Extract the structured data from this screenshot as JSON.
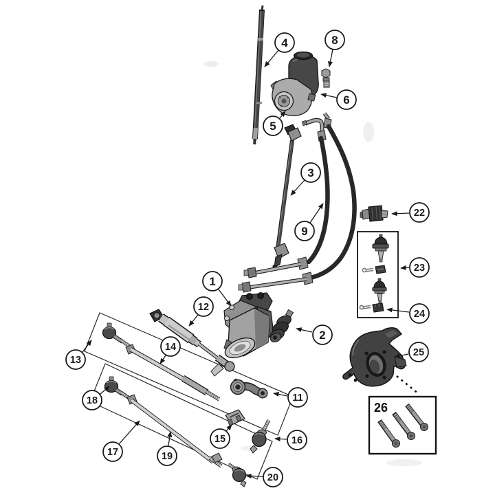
{
  "figure": {
    "type": "exploded-parts-diagram",
    "subject": "Power steering and steering linkage parts diagram",
    "background_color": "#ffffff",
    "outline_color": "#1a1a1a"
  },
  "callouts": [
    {
      "label": "1",
      "part": "steering-gear"
    },
    {
      "label": "2",
      "part": "steering-gear-coupling"
    },
    {
      "label": "3",
      "part": "intermediate-steering-shaft"
    },
    {
      "label": "4",
      "part": "steering-shaft"
    },
    {
      "label": "5",
      "part": "power-steering-pump"
    },
    {
      "label": "6",
      "part": "pump-reservoir"
    },
    {
      "label": "8",
      "part": "reservoir-fitting"
    },
    {
      "label": "9",
      "part": "power-steering-hoses"
    },
    {
      "label": "11",
      "part": "pitman-arm"
    },
    {
      "label": "12",
      "part": "steering-damper"
    },
    {
      "label": "13",
      "part": "drag-link-assembly-box"
    },
    {
      "label": "14",
      "part": "drag-link"
    },
    {
      "label": "15",
      "part": "tie-rod-clamp"
    },
    {
      "label": "16",
      "part": "tie-rod-end-right"
    },
    {
      "label": "17",
      "part": "tie-rod-assembly-box"
    },
    {
      "label": "18",
      "part": "tie-rod-end-left"
    },
    {
      "label": "19",
      "part": "tie-rod-tube"
    },
    {
      "label": "20",
      "part": "tie-rod-end-lower"
    },
    {
      "label": "22",
      "part": "power-steering-pressure-switch"
    },
    {
      "label": "23",
      "part": "upper-ball-joint-kit"
    },
    {
      "label": "24",
      "part": "lower-ball-joint-kit"
    },
    {
      "label": "25",
      "part": "steering-knuckle"
    }
  ],
  "inset_boxes": {
    "ball_joint_box": {
      "part": "ball-joint-kit",
      "item_count": 6
    },
    "bolt_box": {
      "label": "26",
      "part": "knuckle-mounting-bolts",
      "bolt_count": 3
    }
  },
  "colors": {
    "outline": "#1a1a1a",
    "dark_part": "#3a3a3a",
    "mid_part": "#8f8f8f",
    "light_part": "#c8c8c8",
    "background": "#ffffff"
  }
}
